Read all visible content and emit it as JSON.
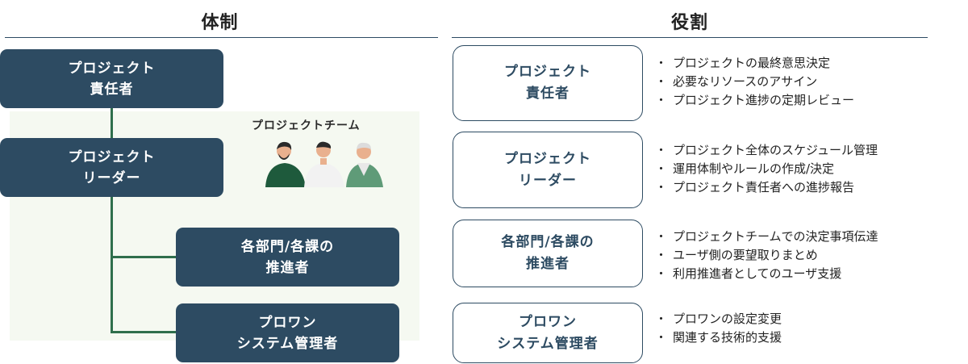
{
  "left_heading": "体制",
  "right_heading": "役割",
  "team_label": "プロジェクトチーム",
  "structure": [
    {
      "line1": "プロジェクト",
      "line2": "責任者"
    },
    {
      "line1": "プロジェクト",
      "line2": "リーダー"
    },
    {
      "line1": "各部門/各課の",
      "line2": "推進者"
    },
    {
      "line1": "プロワン",
      "line2": "システム管理者"
    }
  ],
  "roles": [
    {
      "line1": "プロジェクト",
      "line2": "責任者",
      "bullets": [
        "プロジェクトの最終意思決定",
        "必要なリソースのアサイン",
        "プロジェクト進捗の定期レビュー"
      ]
    },
    {
      "line1": "プロジェクト",
      "line2": "リーダー",
      "bullets": [
        "プロジェクト全体のスケジュール管理",
        "運用体制やルールの作成/決定",
        "プロジェクト責任者への進捗報告"
      ]
    },
    {
      "line1": "各部門/各課の",
      "line2": "推進者",
      "bullets": [
        "プロジェクトチームでの決定事項伝達",
        "ユーザ側の要望取りまとめ",
        "利用推進者としてのユーザ支援"
      ]
    },
    {
      "line1": "プロワン",
      "line2": "システム管理者",
      "bullets": [
        "プロワンの設定変更",
        "関連する技術的支援"
      ]
    }
  ],
  "bullet_char": "・",
  "colors": {
    "navy": "#2d4b62",
    "connector_green": "#2f6f4c",
    "team_background": "#f5f9f1"
  }
}
